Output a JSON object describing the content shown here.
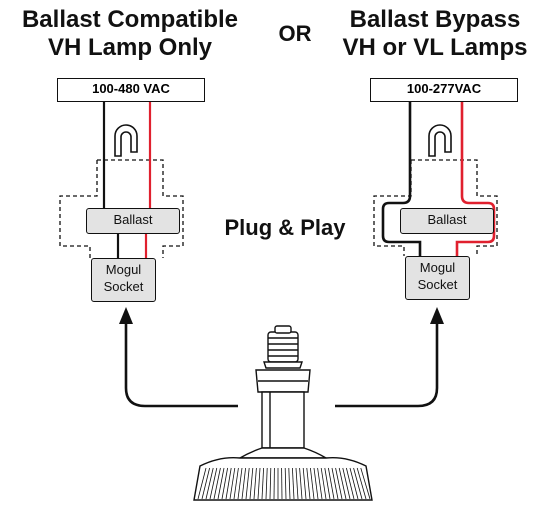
{
  "left": {
    "title_line1": "Ballast Compatible",
    "title_line2": "VH Lamp Only",
    "voltage": "100-480 VAC",
    "ballast": "Ballast",
    "socket_line1": "Mogul",
    "socket_line2": "Socket"
  },
  "middle": {
    "or": "OR",
    "plug_and_play": "Plug & Play"
  },
  "right": {
    "title_line1": "Ballast Bypass",
    "title_line2": "VH or VL Lamps",
    "voltage": "100-277VAC",
    "ballast": "Ballast",
    "socket_line1": "Mogul",
    "socket_line2": "Socket"
  },
  "colors": {
    "live_wire": "#e0202e",
    "neutral_wire": "#111111",
    "component_fill": "#e3e3e3"
  }
}
